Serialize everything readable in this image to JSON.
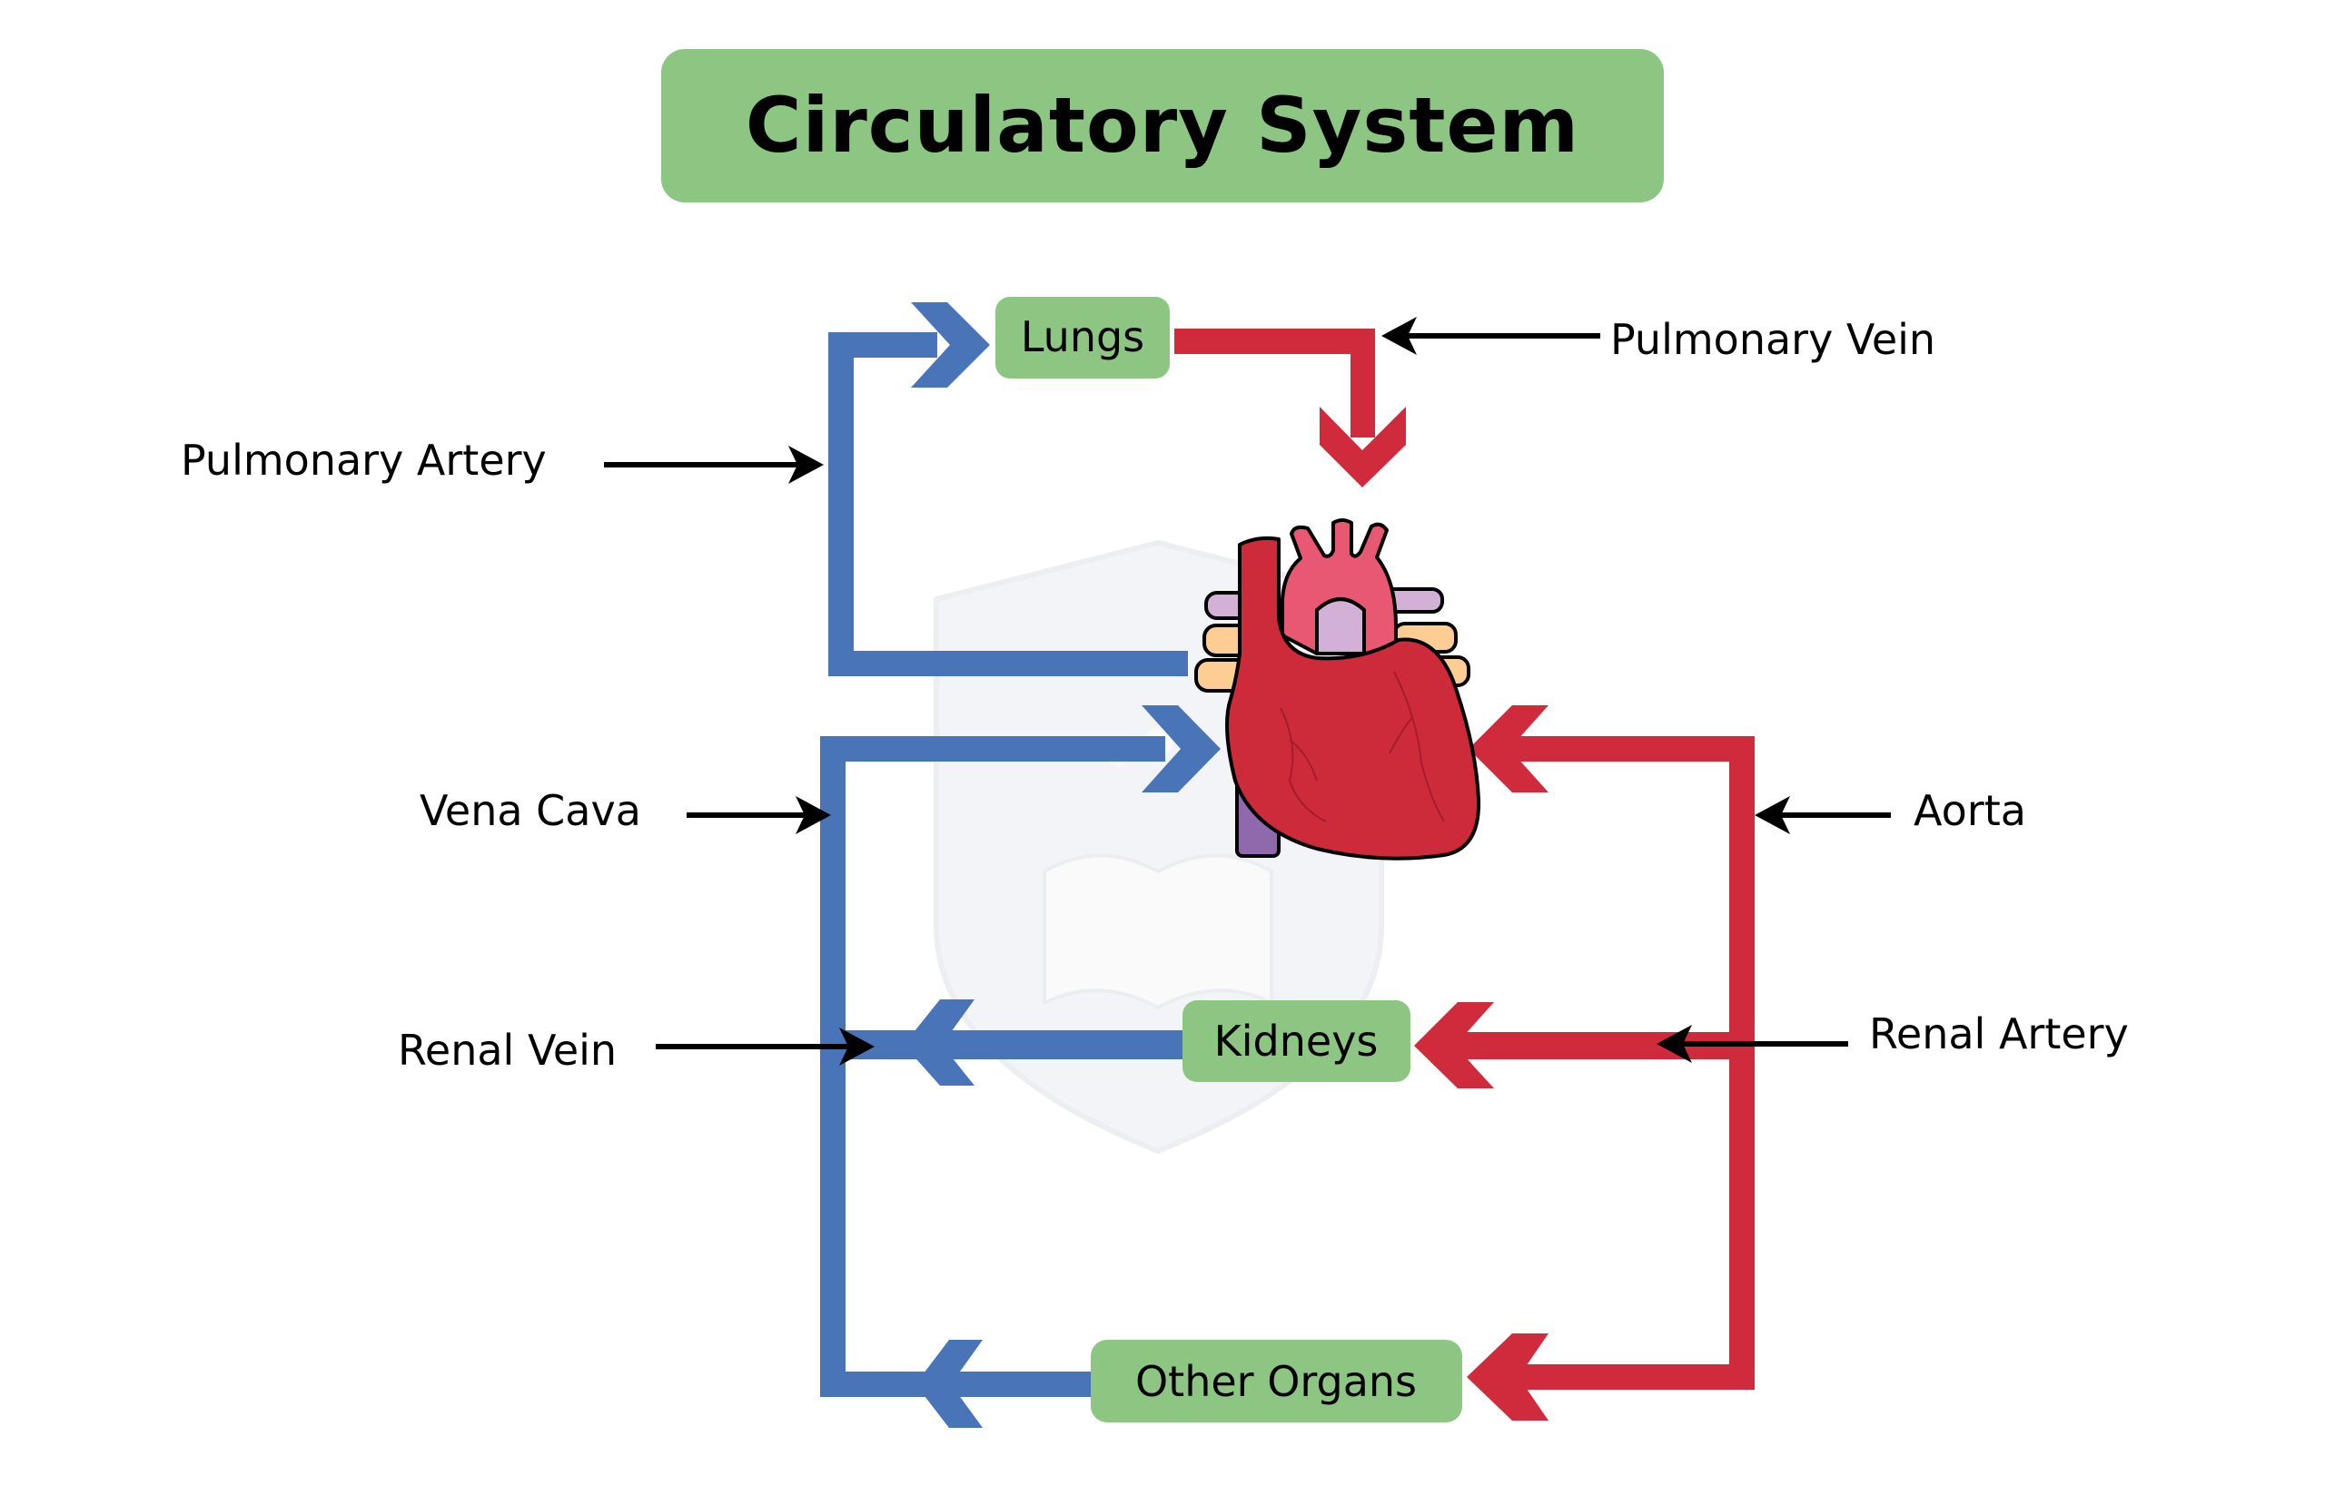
{
  "title": "Circulatory System",
  "colors": {
    "box_green": "#8dc582",
    "artery_red": "#cf2b3c",
    "vein_blue": "#4a74b8",
    "heart_red": "#cd2a3a",
    "aorta_pink": "#e85873",
    "pulmonary_purple": "#d3b1d6",
    "vein_orange": "#fdcd94",
    "vena_cava_purple": "#8e6aad",
    "watermark": "#f2f3f6"
  },
  "boxes": {
    "lungs": "Lungs",
    "kidneys": "Kidneys",
    "other_organs": "Other Organs"
  },
  "labels": {
    "pulmonary_artery": "Pulmonary Artery",
    "pulmonary_vein": "Pulmonary Vein",
    "vena_cava": "Vena Cava",
    "aorta": "Aorta",
    "renal_vein": "Renal Vein",
    "renal_artery": "Renal Artery"
  },
  "icons": {
    "heart": "heart-icon",
    "watermark": "shield-book-watermark-icon"
  }
}
